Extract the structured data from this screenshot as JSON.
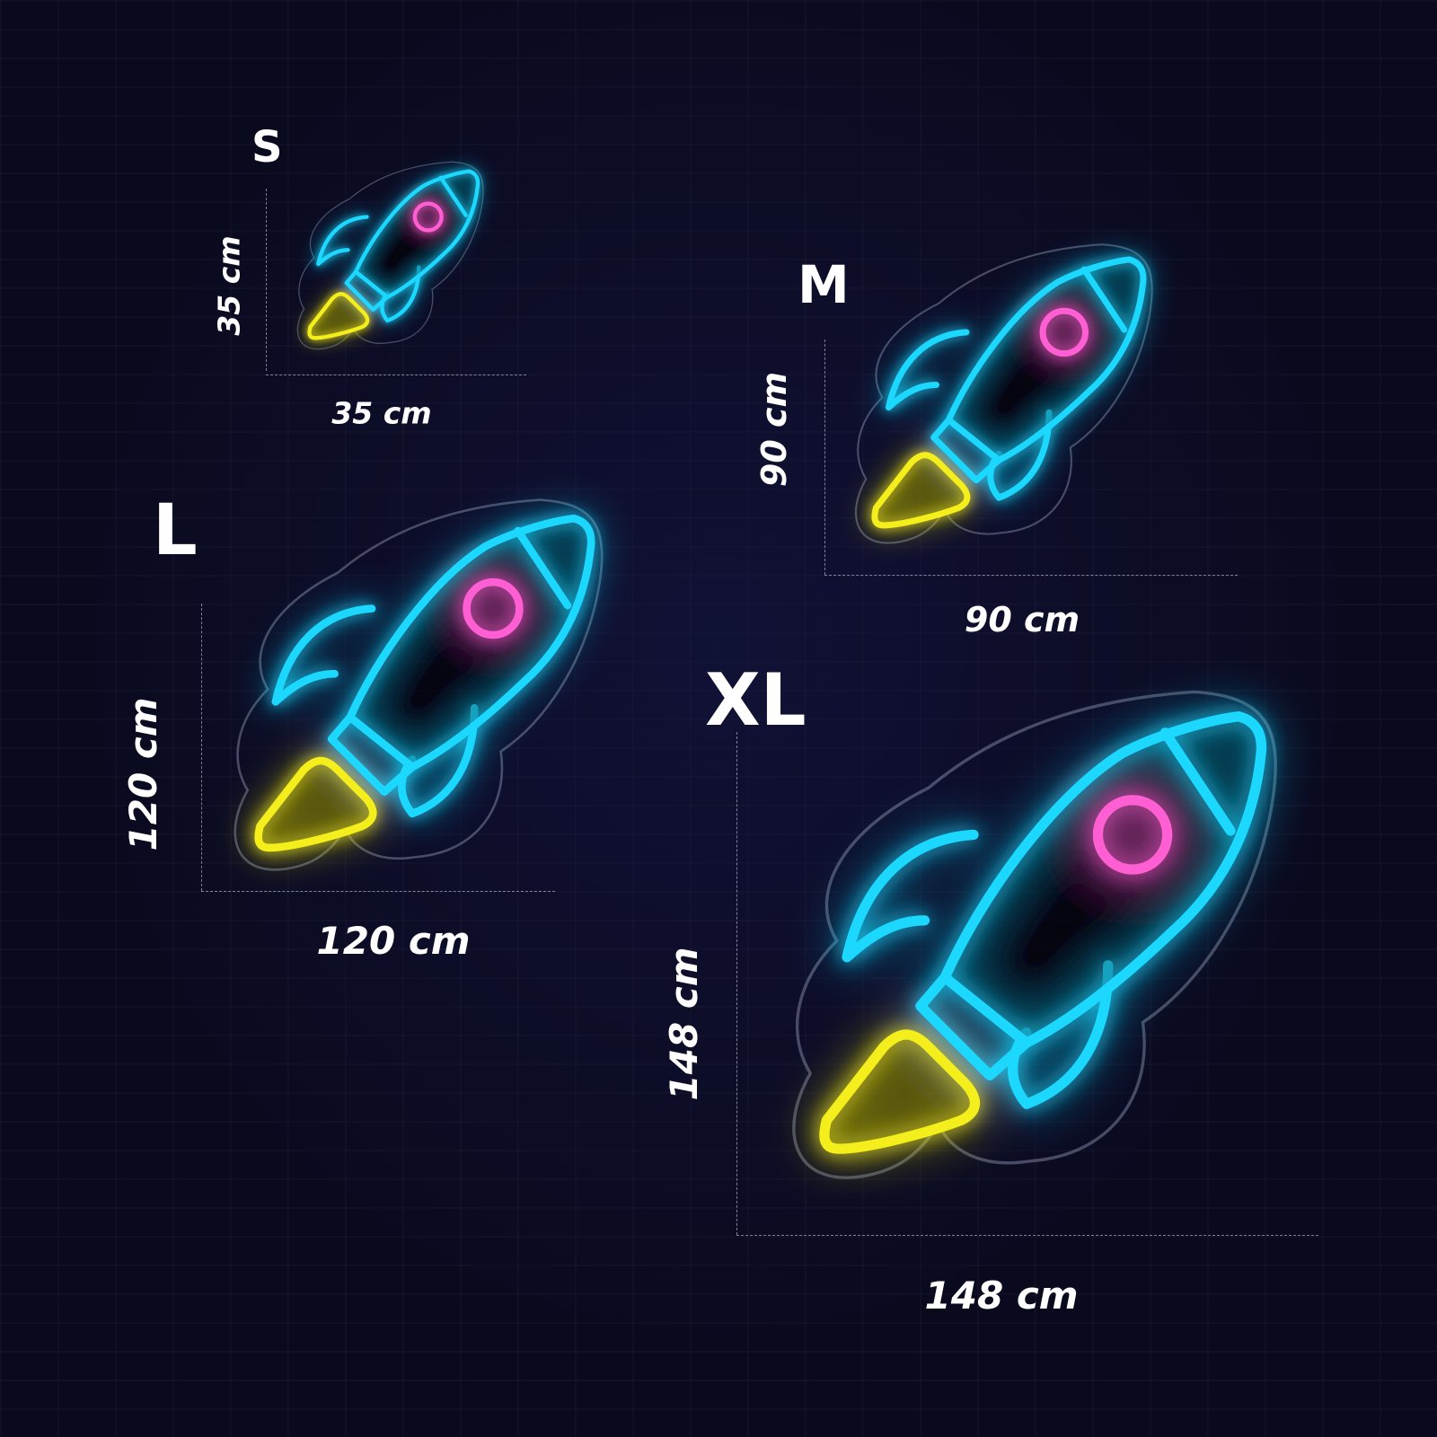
{
  "colors": {
    "background": "#0a0a1f",
    "rocket_body": "#1ed8ff",
    "rocket_window": "#ff5fd2",
    "rocket_flame": "#f4ef1a",
    "label_text": "#ffffff"
  },
  "sizes": [
    {
      "letter": "S",
      "height_label": "35 cm",
      "width_label": "35 cm"
    },
    {
      "letter": "M",
      "height_label": "90 cm",
      "width_label": "90 cm"
    },
    {
      "letter": "L",
      "height_label": "120 cm",
      "width_label": "120 cm"
    },
    {
      "letter": "XL",
      "height_label": "148 cm",
      "width_label": "148 cm"
    }
  ]
}
